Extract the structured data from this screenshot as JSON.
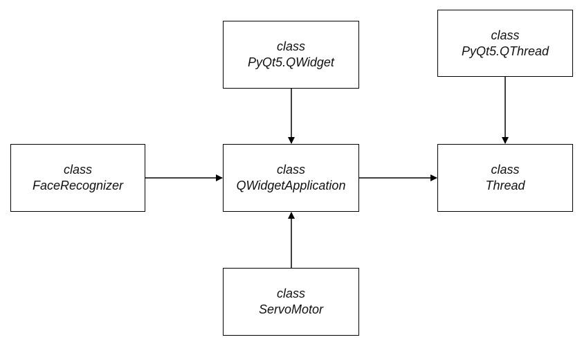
{
  "diagram": {
    "boxes": {
      "pyqt5_qwidget": {
        "keyword": "class",
        "name": "PyQt5.QWidget"
      },
      "pyqt5_qthread": {
        "keyword": "class",
        "name": "PyQt5.QThread"
      },
      "face_recognizer": {
        "keyword": "class",
        "name": "FaceRecognizer"
      },
      "qwidget_application": {
        "keyword": "class",
        "name": "QWidgetApplication"
      },
      "thread": {
        "keyword": "class",
        "name": "Thread"
      },
      "servo_motor": {
        "keyword": "class",
        "name": "ServoMotor"
      }
    },
    "connections": [
      {
        "from": "pyqt5_qwidget",
        "to": "qwidget_application"
      },
      {
        "from": "pyqt5_qthread",
        "to": "thread"
      },
      {
        "from": "face_recognizer",
        "to": "qwidget_application"
      },
      {
        "from": "qwidget_application",
        "to": "thread"
      },
      {
        "from": "servo_motor",
        "to": "qwidget_application"
      }
    ],
    "colors": {
      "stroke": "#000000",
      "background": "#ffffff",
      "text": "#111111"
    }
  }
}
